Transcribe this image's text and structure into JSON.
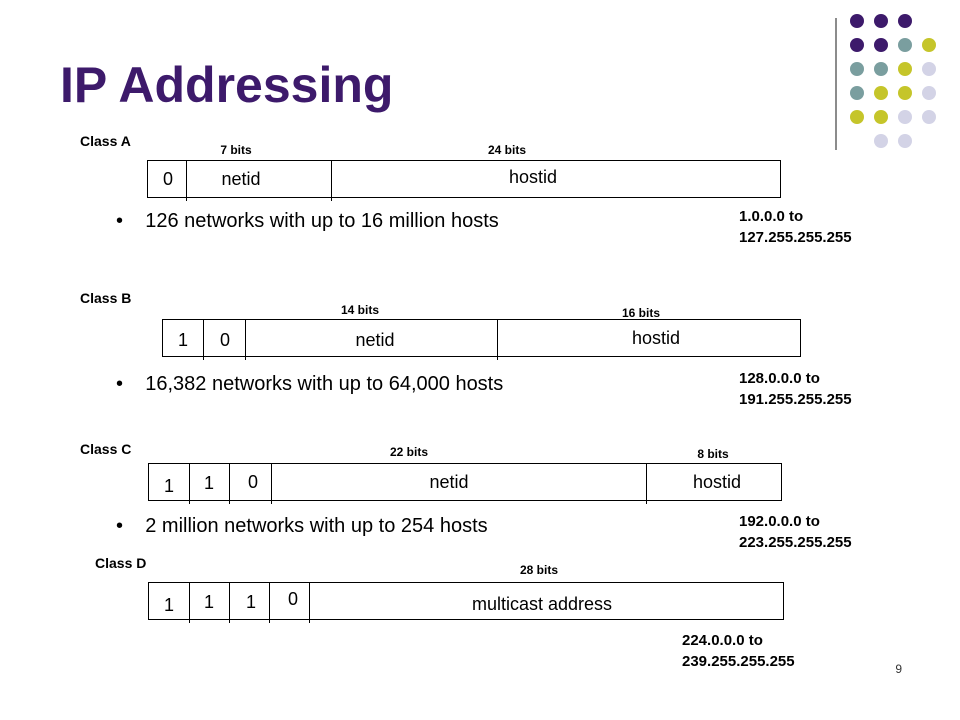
{
  "title": "IP Addressing",
  "page_number": "9",
  "colors": {
    "title": "#3d1a6b",
    "dot_purple": "#3d1a6b",
    "dot_teal": "#7a9e9f",
    "dot_lime": "#c5c52a",
    "dot_lavender": "#d3d3e6"
  },
  "class_a": {
    "label": "Class A",
    "netid_bits": "7 bits",
    "hostid_bits": "24 bits",
    "prefix": [
      "0"
    ],
    "netid": "netid",
    "hostid": "hostid",
    "description": "126 networks with up to 16 million hosts",
    "range_start": "1.0.0.0 to",
    "range_end": "127.255.255.255"
  },
  "class_b": {
    "label": "Class B",
    "netid_bits": "14 bits",
    "hostid_bits": "16 bits",
    "prefix": [
      "1",
      "0"
    ],
    "netid": "netid",
    "hostid": "hostid",
    "description": "16,382 networks with up to 64,000 hosts",
    "range_start": "128.0.0.0 to",
    "range_end": "191.255.255.255"
  },
  "class_c": {
    "label": "Class C",
    "netid_bits": "22 bits",
    "hostid_bits": "8 bits",
    "prefix": [
      "1",
      "1",
      "0"
    ],
    "netid": "netid",
    "hostid": "hostid",
    "description": "2 million networks with up to 254 hosts",
    "range_start": "192.0.0.0 to",
    "range_end": "223.255.255.255"
  },
  "class_d": {
    "label": "Class D",
    "address_bits": "28 bits",
    "prefix": [
      "1",
      "1",
      "1",
      "0"
    ],
    "address": "multicast address",
    "range_start": "224.0.0.0 to",
    "range_end": "239.255.255.255"
  }
}
